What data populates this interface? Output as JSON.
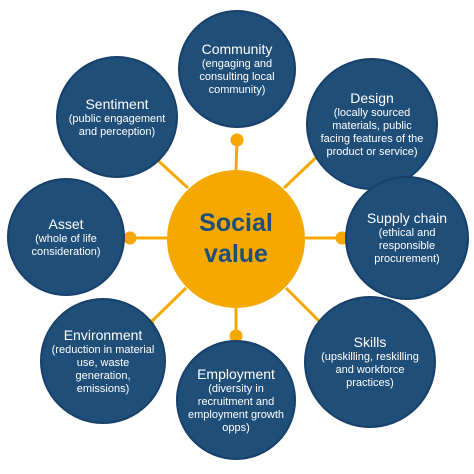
{
  "center": {
    "line1": "Social",
    "line2": "value"
  },
  "nodes": {
    "community": {
      "title": "Community",
      "desc": "(engaging and consulting local community)"
    },
    "design": {
      "title": "Design",
      "desc": "(locally sourced materials, public facing features of the product or service)"
    },
    "sentiment": {
      "title": "Sentiment",
      "desc": "(public engagement and perception)"
    },
    "asset": {
      "title": "Asset",
      "desc": "(whole of life consideration)"
    },
    "supply": {
      "title": "Supply chain",
      "desc": "(ethical and responsible procurement)"
    },
    "skills": {
      "title": "Skills",
      "desc": "(upskilling, reskilling and workforce practices)"
    },
    "environment": {
      "title": "Environment",
      "desc": "(reduction in material use, waste generation, emissions)"
    },
    "employment": {
      "title": "Employment",
      "desc": "(diversity in recruitment and employment growth opps)"
    }
  },
  "colors": {
    "node": "#1f4e79",
    "center": "#f5a800",
    "connector": "#f5a800"
  }
}
